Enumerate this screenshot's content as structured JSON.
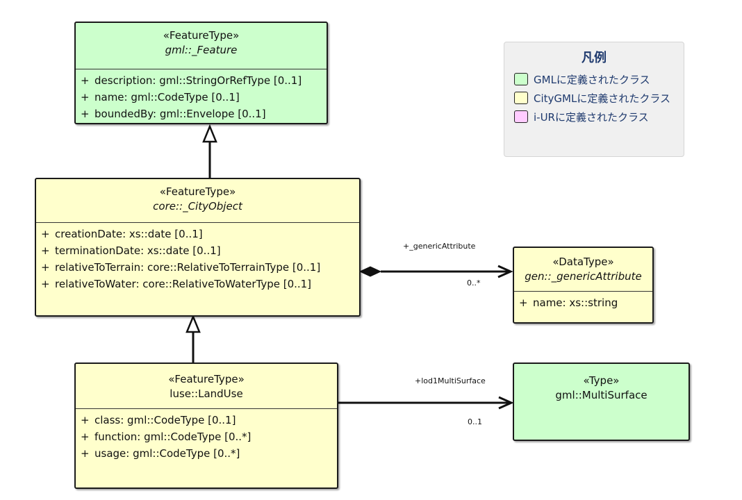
{
  "classes": {
    "feature": {
      "stereotype": "«FeatureType»",
      "name": "gml::_Feature",
      "attributes": [
        {
          "vis": "+",
          "text": "description: gml::StringOrRefType [0..1]"
        },
        {
          "vis": "+",
          "text": "name: gml::CodeType [0..1]"
        },
        {
          "vis": "+",
          "text": "boundedBy: gml::Envelope [0..1]"
        }
      ]
    },
    "cityobject": {
      "stereotype": "«FeatureType»",
      "name": "core::_CityObject",
      "attributes": [
        {
          "vis": "+",
          "text": "creationDate: xs::date [0..1]"
        },
        {
          "vis": "+",
          "text": "terminationDate: xs::date [0..1]"
        },
        {
          "vis": "+",
          "text": "relativeToTerrain: core::RelativeToTerrainType [0..1]"
        },
        {
          "vis": "+",
          "text": "relativeToWater: core::RelativeToWaterType [0..1]"
        }
      ]
    },
    "generic": {
      "stereotype": "«DataType»",
      "name": "gen::_genericAttribute",
      "attributes": [
        {
          "vis": "+",
          "text": "name: xs::string"
        }
      ]
    },
    "landuse": {
      "stereotype": "«FeatureType»",
      "name": "luse::LandUse",
      "attributes": [
        {
          "vis": "+",
          "text": "class: gml::CodeType [0..1]"
        },
        {
          "vis": "+",
          "text": "function: gml::CodeType [0..*]"
        },
        {
          "vis": "+",
          "text": "usage: gml::CodeType [0..*]"
        }
      ]
    },
    "multisurface": {
      "stereotype": "«Type»",
      "name": "gml::MultiSurface"
    }
  },
  "associations": {
    "generic_role": "+_genericAttribute",
    "generic_mult": "0..*",
    "lod1_role": "+lod1MultiSurface",
    "lod1_mult": "0..1"
  },
  "legend": {
    "title": "凡例",
    "items": [
      {
        "label": "GMLに定義されたクラス",
        "color": "#ccffcc"
      },
      {
        "label": "CityGMLに定義されたクラス",
        "color": "#ffffcc"
      },
      {
        "label": "i-URに定義されたクラス",
        "color": "#ffccff"
      }
    ]
  }
}
